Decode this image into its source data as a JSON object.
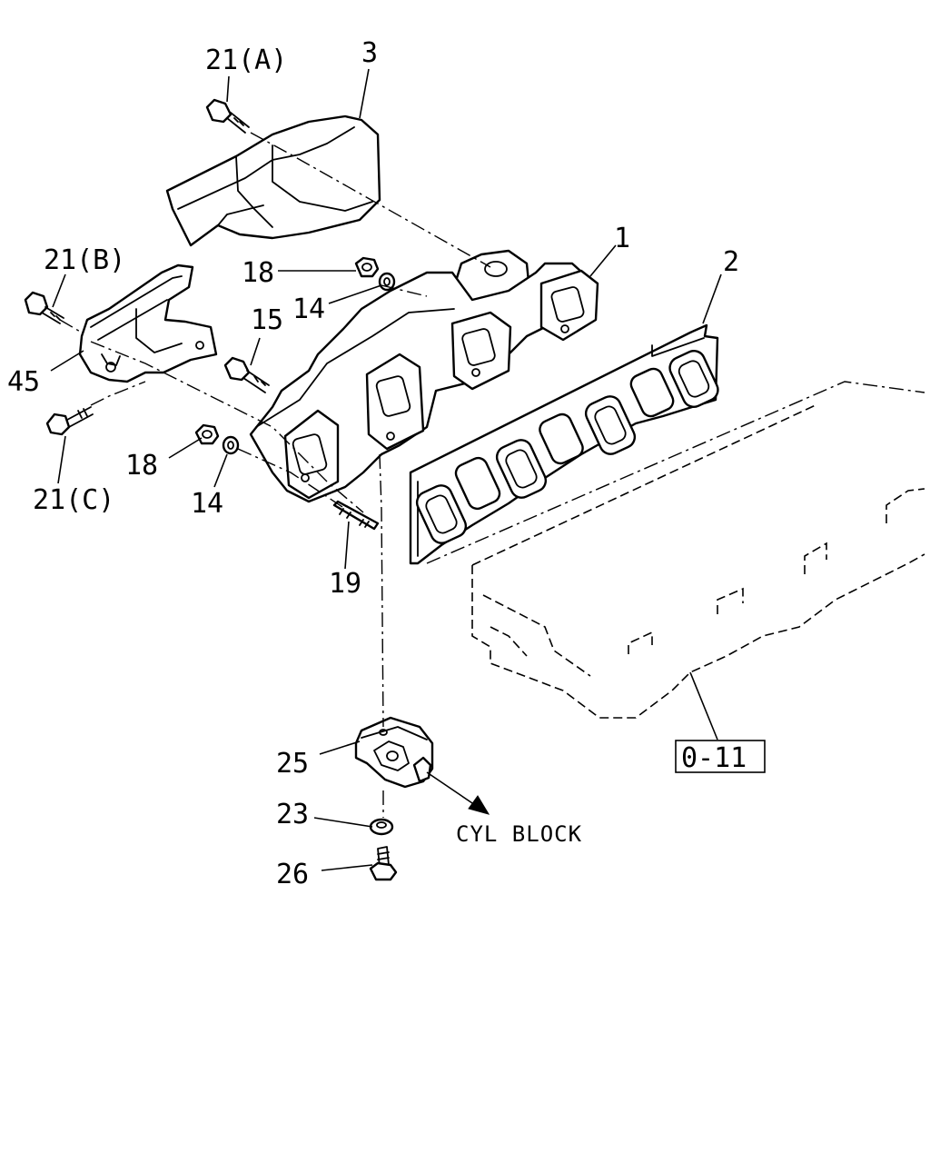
{
  "callouts": {
    "c21a": "21(A)",
    "c3": "3",
    "c21b": "21(B)",
    "c1": "1",
    "c2": "2",
    "c18_top": "18",
    "c14_top": "14",
    "c15": "15",
    "c45": "45",
    "c18_bottom": "18",
    "c14_bottom": "14",
    "c21c": "21(C)",
    "c19": "19",
    "c25": "25",
    "c23": "23",
    "c26": "26"
  },
  "reference_box": "0-11",
  "direction_note": "CYL BLOCK",
  "colors": {
    "line": "#000000",
    "background": "#ffffff"
  }
}
